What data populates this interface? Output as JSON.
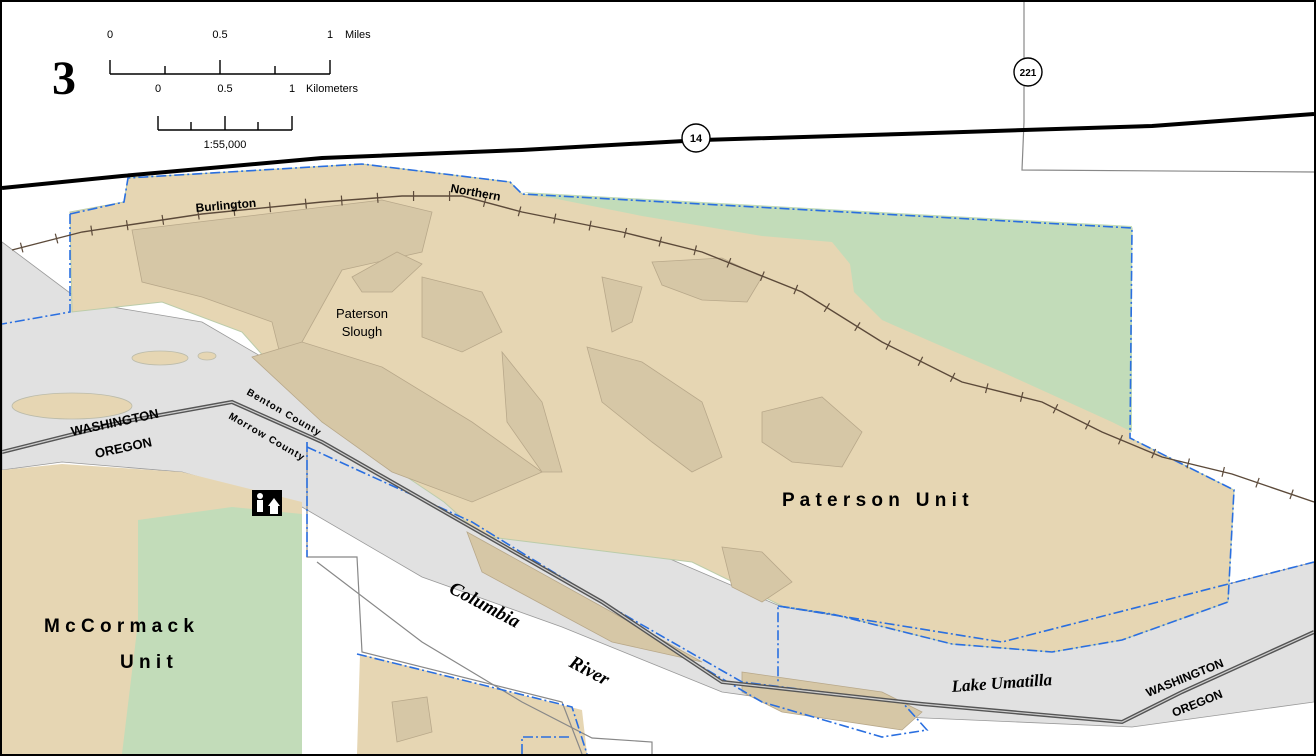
{
  "map": {
    "map_number": "3",
    "scale": {
      "miles_ticks": [
        "0",
        "0.5",
        "1"
      ],
      "miles_unit": "Miles",
      "km_ticks": [
        "0",
        "0.5",
        "1"
      ],
      "km_unit": "Kilometers",
      "ratio": "1:55,000"
    },
    "routes": [
      {
        "id": "route-14",
        "number": "14"
      },
      {
        "id": "route-221",
        "number": "221"
      }
    ],
    "railroad": {
      "left_word": "Burlington",
      "right_word": "Northern"
    },
    "units": {
      "paterson": "P a t e r s o n   U n i t",
      "mccormack_line1": "M c C o r m a c k",
      "mccormack_line2": "U n i t"
    },
    "water": {
      "slough_line1": "Paterson",
      "slough_line2": "Slough",
      "river_word1": "Columbia",
      "river_word2": "River",
      "lake": "Lake Umatilla"
    },
    "boundaries": {
      "washington_left": "WASHINGTON",
      "oregon_left": "OREGON",
      "washington_right": "WASHINGTON",
      "oregon_right": "OREGON",
      "benton": "Benton County",
      "morrow": "Morrow County"
    },
    "colors": {
      "land_tan": "#e6d6b3",
      "wetland_tan": "#d6c7a6",
      "forest_green": "#c2dcb9",
      "water_gray": "#e1e1e1",
      "refuge_boundary": "#2a6fe0",
      "road": "#000000"
    },
    "icons": [
      "restroom-icon"
    ]
  }
}
